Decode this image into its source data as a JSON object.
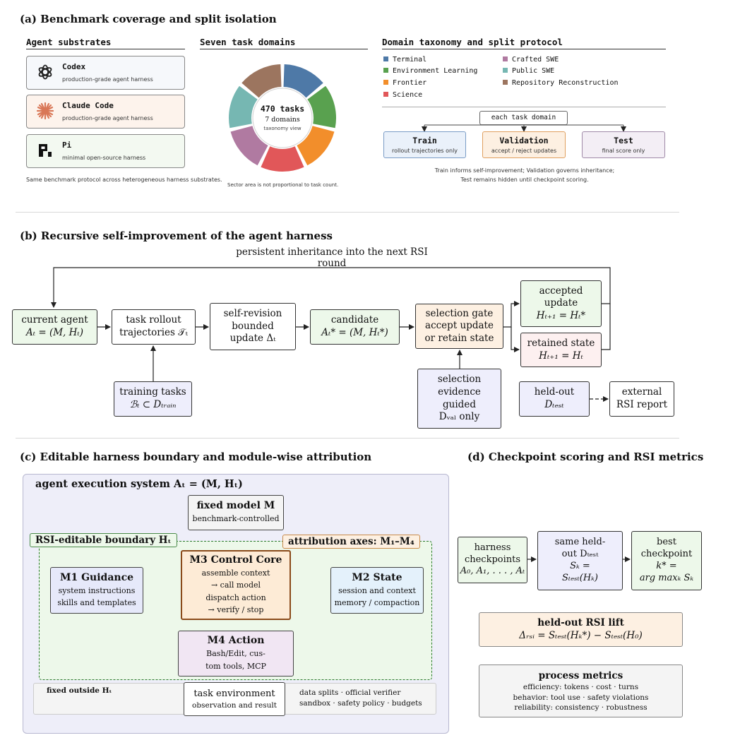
{
  "panel_a": {
    "title": "(a) Benchmark coverage and split isolation",
    "substrates_head": "Agent substrates",
    "substrates": [
      {
        "name": "Codex",
        "desc": "production-grade agent harness",
        "bg": "#f6f8fb",
        "icon": "openai-logo-icon"
      },
      {
        "name": "Claude Code",
        "desc": "production-grade agent harness",
        "bg": "#fdf3ec",
        "icon": "claude-asterisk-icon"
      },
      {
        "name": "Pi",
        "desc": "minimal open-source harness",
        "bg": "#f3f9f1",
        "icon": "pi-logo-icon"
      }
    ],
    "substrates_note": "Same benchmark protocol across heterogeneous harness substrates.",
    "domains_head": "Seven task domains",
    "donut_center": {
      "line1": "470 tasks",
      "line2": "7 domains",
      "line3": "taxonomy view"
    },
    "donut_note": "Sector area is not proportional to task count.",
    "donut_colors": [
      "#4e79a7",
      "#59a14f",
      "#f28e2b",
      "#e15759",
      "#b07aa1",
      "#76b7b2",
      "#9c755f"
    ],
    "taxonomy_head": "Domain taxonomy and split protocol",
    "legend": [
      {
        "label": "Terminal",
        "color": "#4e79a7"
      },
      {
        "label": "Environment Learning",
        "color": "#59a14f"
      },
      {
        "label": "Frontier",
        "color": "#f28e2b"
      },
      {
        "label": "Science",
        "color": "#e15759"
      },
      {
        "label": "Crafted SWE",
        "color": "#b07aa1"
      },
      {
        "label": "Public SWE",
        "color": "#76b7b2"
      },
      {
        "label": "Repository Reconstruction",
        "color": "#9c755f"
      }
    ],
    "each_domain": "each task domain",
    "splits": [
      {
        "title": "Train",
        "desc": "rollout trajectories only",
        "bg": "#eaf1fa",
        "border": "#7a9cc6"
      },
      {
        "title": "Validation",
        "desc": "accept / reject updates",
        "bg": "#fdf0e2",
        "border": "#e0a060"
      },
      {
        "title": "Test",
        "desc": "final score only",
        "bg": "#f3eef5",
        "border": "#a08aa8"
      }
    ],
    "split_note_1": "Train informs self-improvement; Validation governs inheritance;",
    "split_note_2": "Test remains hidden until checkpoint scoring."
  },
  "panel_b": {
    "title": "(b) Recursive self-improvement of the agent harness",
    "loop_label": "persistent inheritance into the next RSI round",
    "current_agent_1": "current agent",
    "current_agent_2": "Aₜ = (M, Hₜ)",
    "rollout_1": "task rollout",
    "rollout_2": "trajectories 𝒯ₜ",
    "revision_1": "self-revision",
    "revision_2": "bounded",
    "revision_3": "update Δₜ",
    "candidate_1": "candidate",
    "candidate_2": "Aₜ* = (M, Hₜ*)",
    "gate_1": "selection gate",
    "gate_2": "accept update",
    "gate_3": "or retain state",
    "accepted_1": "accepted",
    "accepted_2": "update",
    "accepted_3": "Hₜ₊₁ = Hₜ*",
    "retained_1": "retained state",
    "retained_2": "Hₜ₊₁ = Hₜ",
    "training_1": "training tasks",
    "training_2": "ℬₜ ⊂ Dₜᵣₐᵢₙ",
    "evidence_1": "selection",
    "evidence_2": "evidence",
    "evidence_3": "guided",
    "evidence_4": "Dᵥₐₗ only",
    "heldout_1": "held-out",
    "heldout_2": "Dₜₑₛₜ",
    "report_1": "external",
    "report_2": "RSI report"
  },
  "panel_c": {
    "title": "(c) Editable harness boundary and module-wise attribution",
    "system_label": "agent execution system Aₜ = (M, Hₜ)",
    "fixed_model": "fixed model M",
    "fixed_model_sub": "benchmark-controlled",
    "boundary_label": "RSI-editable boundary Hₜ",
    "attribution_label": "attribution axes: M₁–M₄",
    "m1_title": "M1 Guidance",
    "m1_1": "system instructions",
    "m1_2": "skills and templates",
    "m3_title": "M3 Control Core",
    "m3_1": "assemble context",
    "m3_2": "→ call model",
    "m3_3": "dispatch action",
    "m3_4": "→ verify / stop",
    "m2_title": "M2 State",
    "m2_1": "session and context",
    "m2_2": "memory / compaction",
    "m4_title": "M4 Action",
    "m4_1": "Bash/Edit, cus-",
    "m4_2": "tom tools, MCP",
    "fixed_outside": "fixed outside Hₜ",
    "env_1": "task environment",
    "env_2": "observation and result",
    "fixed_items_1": "data splits · official verifier",
    "fixed_items_2": "sandbox · safety policy · budgets"
  },
  "panel_d": {
    "title": "(d) Checkpoint scoring and RSI metrics",
    "checkpoints_1": "harness",
    "checkpoints_2": "checkpoints",
    "checkpoints_3": "A₀, A₁, . . . , Aₜ",
    "same_1": "same held-",
    "same_2": "out Dₜₑₛₜ",
    "same_3": "Sₖ =",
    "same_4": "Sₜₑₛₜ(Hₖ)",
    "best_1": "best",
    "best_2": "checkpoint",
    "best_3": "k* =",
    "best_4": "arg maxₖ Sₖ",
    "lift_title": "held-out RSI lift",
    "lift_formula": "Δᵣₛᵢ = Sₜₑₛₜ(Hₖ*) − Sₜₑₛₜ(H₀)",
    "process_title": "process metrics",
    "process_1": "efficiency: tokens · cost · turns",
    "process_2": "behavior: tool use · safety violations",
    "process_3": "reliability: consistency · robustness"
  }
}
